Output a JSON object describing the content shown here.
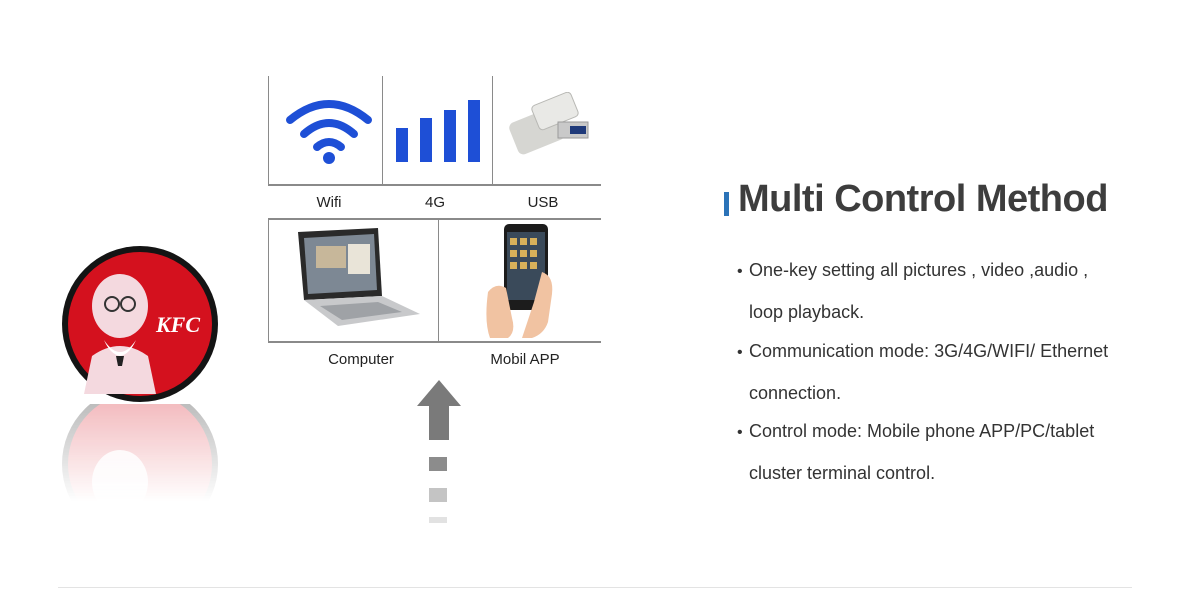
{
  "logo": {
    "text": "KFC",
    "colors": {
      "red": "#d4111e",
      "rim": "#1a1a1a"
    }
  },
  "grid": {
    "top_row": [
      {
        "label": "Wifi",
        "icon": "wifi-icon"
      },
      {
        "label": "4G",
        "icon": "signal-bars-icon"
      },
      {
        "label": "USB",
        "icon": "usb-drive-icon"
      }
    ],
    "bottom_row": [
      {
        "label": "Computer",
        "icon": "laptop-icon"
      },
      {
        "label": "Mobil APP",
        "icon": "smartphone-icon"
      }
    ]
  },
  "heading": "Multi Control Method",
  "features": [
    {
      "line1": "One-key setting all pictures , video ,audio ,",
      "line2": "loop  playback."
    },
    {
      "line1": "Communication mode: 3G/4G/WIFI/ Ethernet",
      "line2": "connection."
    },
    {
      "line1": "Control mode: Mobile phone APP/PC/tablet",
      "line2": "cluster terminal control."
    }
  ],
  "colors": {
    "accent_blue": "#1e4fd6",
    "title_bar": "#2b73b8",
    "arrow_grey": "#7a7a7a"
  }
}
